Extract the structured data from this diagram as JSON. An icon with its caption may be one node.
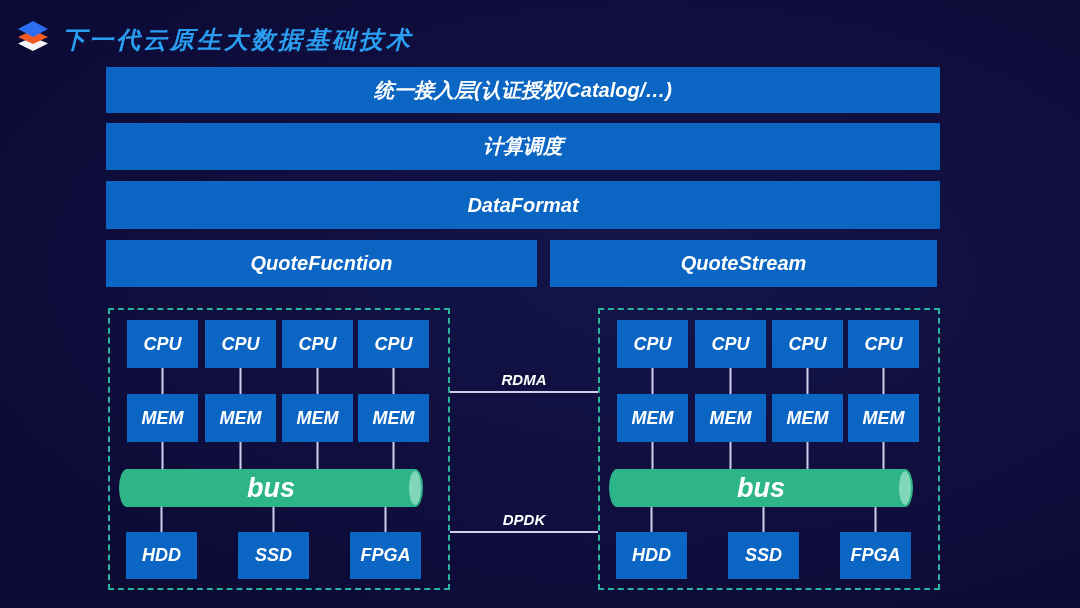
{
  "diagram": {
    "title": "下一代云原生大数据基础技术",
    "nodes": [
      {
        "text": [
          "统一接入层(认证授权/Catalog/…)"
        ]
      },
      {
        "text": [
          "计算调度"
        ]
      },
      {
        "text": [
          "DataFormat"
        ]
      },
      {
        "text": [
          "QuoteFucntion"
        ]
      },
      {
        "text": [
          "QuoteStream"
        ]
      },
      {
        "text": [],
        "shape": "box"
      },
      {
        "text": [
          "CPU"
        ],
        "in": 5
      },
      {
        "text": [
          "CPU"
        ],
        "in": 5
      },
      {
        "text": [
          "CPU"
        ],
        "in": 5
      },
      {
        "text": [
          "CPU"
        ],
        "in": 5
      },
      {
        "text": [
          "MEM"
        ],
        "in": 5
      },
      {
        "text": [
          "MEM"
        ],
        "in": 5
      },
      {
        "text": [
          "MEM"
        ],
        "in": 5
      },
      {
        "text": [
          "MEM"
        ],
        "in": 5
      },
      {
        "text": [
          "bus"
        ],
        "in": 5
      },
      {
        "text": [
          "HDD"
        ],
        "in": 5
      },
      {
        "text": [
          "SSD"
        ],
        "in": 5
      },
      {
        "text": [
          "FPGA"
        ],
        "in": 5
      },
      {
        "text": [],
        "shape": "box"
      },
      {
        "text": [
          "CPU"
        ],
        "in": 18
      },
      {
        "text": [
          "CPU"
        ],
        "in": 18
      },
      {
        "text": [
          "CPU"
        ],
        "in": 18
      },
      {
        "text": [
          "CPU"
        ],
        "in": 18
      },
      {
        "text": [
          "MEM"
        ],
        "in": 18
      },
      {
        "text": [
          "MEM"
        ],
        "in": 18
      },
      {
        "text": [
          "MEM"
        ],
        "in": 18
      },
      {
        "text": [
          "MEM"
        ],
        "in": 18
      },
      {
        "text": [
          "bus"
        ],
        "in": 18
      },
      {
        "text": [
          "HDD"
        ],
        "in": 18
      },
      {
        "text": [
          "SSD"
        ],
        "in": 18
      },
      {
        "text": [
          "FPGA"
        ],
        "in": 18
      }
    ],
    "edges": [
      {
        "from": 6,
        "to": 10,
        "arrow": "none"
      },
      {
        "from": 7,
        "to": 11,
        "arrow": "none"
      },
      {
        "from": 8,
        "to": 12,
        "arrow": "none"
      },
      {
        "from": 9,
        "to": 13,
        "arrow": "none"
      },
      {
        "from": 10,
        "to": 14,
        "arrow": "none"
      },
      {
        "from": 11,
        "to": 14,
        "arrow": "none"
      },
      {
        "from": 12,
        "to": 14,
        "arrow": "none"
      },
      {
        "from": 13,
        "to": 14,
        "arrow": "none"
      },
      {
        "from": 14,
        "to": 15,
        "arrow": "none"
      },
      {
        "from": 14,
        "to": 16,
        "arrow": "none"
      },
      {
        "from": 14,
        "to": 17,
        "arrow": "none"
      },
      {
        "from": 19,
        "to": 23,
        "arrow": "none"
      },
      {
        "from": 20,
        "to": 24,
        "arrow": "none"
      },
      {
        "from": 21,
        "to": 25,
        "arrow": "none"
      },
      {
        "from": 22,
        "to": 26,
        "arrow": "none"
      },
      {
        "from": 23,
        "to": 27,
        "arrow": "none"
      },
      {
        "from": 24,
        "to": 27,
        "arrow": "none"
      },
      {
        "from": 25,
        "to": 27,
        "arrow": "none"
      },
      {
        "from": 26,
        "to": 27,
        "arrow": "none"
      },
      {
        "from": 27,
        "to": 28,
        "arrow": "none"
      },
      {
        "from": 27,
        "to": 29,
        "arrow": "none"
      },
      {
        "from": 27,
        "to": 30,
        "arrow": "none"
      },
      {
        "from": 5,
        "to": 18,
        "arrow": "none",
        "label": "RDMA"
      },
      {
        "from": 5,
        "to": 18,
        "arrow": "none",
        "label": "DPDK"
      }
    ]
  }
}
